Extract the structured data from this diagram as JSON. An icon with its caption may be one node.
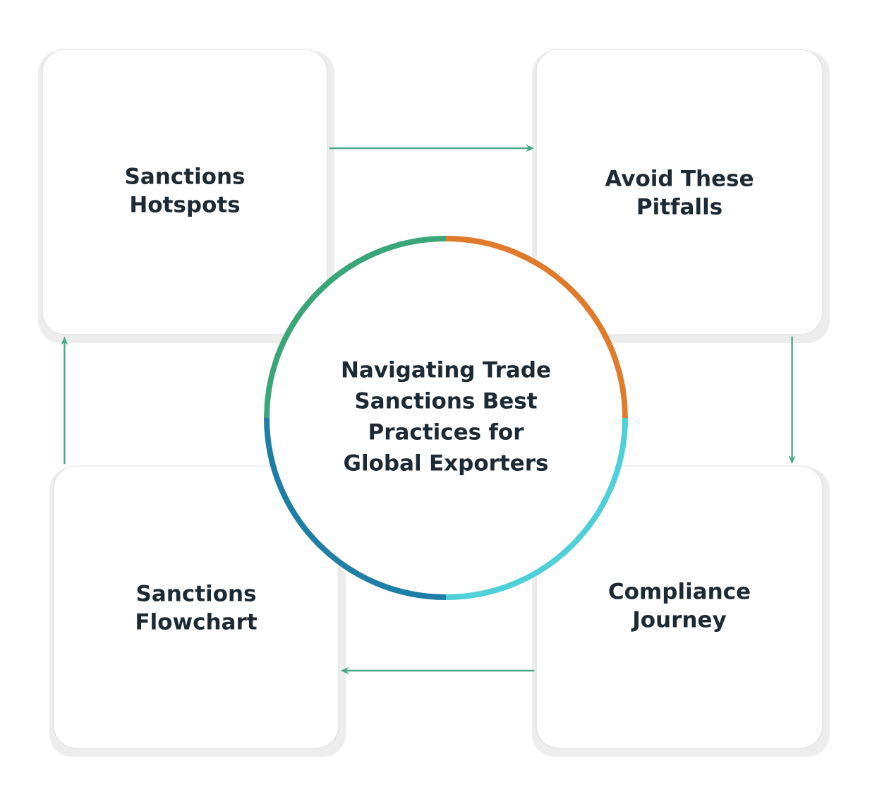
{
  "diagram": {
    "nodes": [
      {
        "text": [
          "Sanctions Hotspots"
        ]
      },
      {
        "text": [
          "Avoid These Pitfalls"
        ]
      },
      {
        "text": [
          "Navigating Trade Sanctions Best Practices for Global Exporters"
        ]
      },
      {
        "text": [
          "Sanctions Flowchart"
        ]
      },
      {
        "text": [
          "Compliance Journey"
        ]
      }
    ],
    "edges": [
      {
        "from": 0,
        "to": 1,
        "arrow": "to"
      },
      {
        "from": 1,
        "to": 4,
        "arrow": "to"
      },
      {
        "from": 4,
        "to": 3,
        "arrow": "to"
      },
      {
        "from": 3,
        "to": 0,
        "arrow": "to"
      }
    ]
  }
}
